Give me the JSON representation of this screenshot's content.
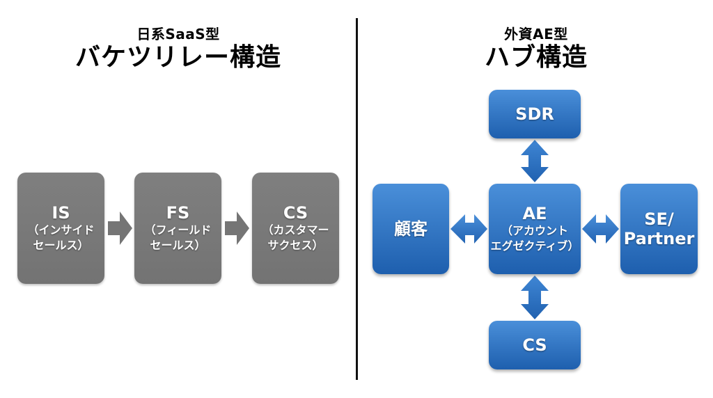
{
  "left_panel": {
    "title_small": "日系SaaS型",
    "title_large": "バケツリレー構造",
    "boxes": [
      {
        "main": "IS",
        "sub_line1": "（インサイド",
        "sub_line2": "セールス）"
      },
      {
        "main": "FS",
        "sub_line1": "（フィールド",
        "sub_line2": "セールス）"
      },
      {
        "main": "CS",
        "sub_line1": "（カスタマー",
        "sub_line2": "サクセス）"
      }
    ],
    "colors": {
      "box": "#7a7a7a",
      "arrow": "#757575"
    }
  },
  "right_panel": {
    "title_small": "外資AE型",
    "title_large": "ハブ構造",
    "hub": {
      "main": "AE",
      "sub_line1": "（アカウント",
      "sub_line2": "エグゼクティブ）"
    },
    "top": {
      "main": "SDR"
    },
    "left": {
      "main": "顧客"
    },
    "right": {
      "main_line1": "SE/",
      "main_line2": "Partner"
    },
    "bottom": {
      "main": "CS"
    },
    "colors": {
      "box_top": "#4a8fd9",
      "box_bottom": "#1e5fae",
      "arrow": "#2a6cbf"
    }
  }
}
